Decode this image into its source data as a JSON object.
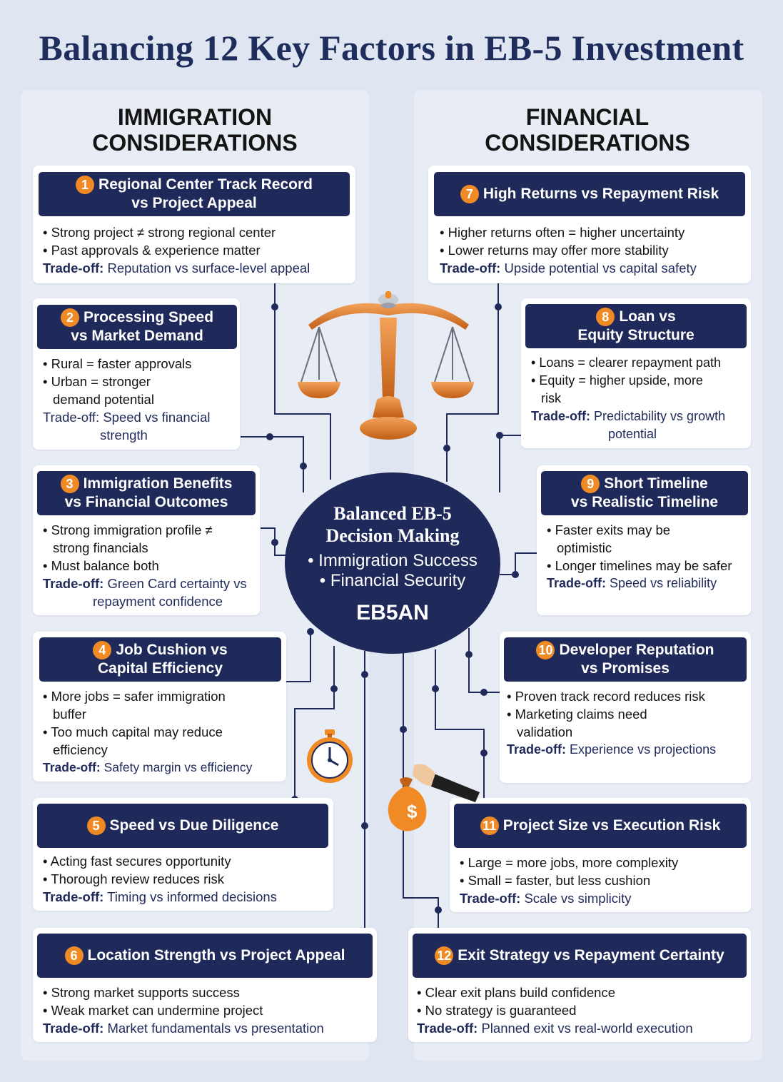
{
  "title": "Balancing 12 Key Factors in EB-5 Investment",
  "left_heading_1": "IMMIGRATION",
  "left_heading_2": "CONSIDERATIONS",
  "right_heading_1": "FINANCIAL",
  "right_heading_2": "CONSIDERATIONS",
  "center": {
    "title_1": "Balanced EB-5",
    "title_2": "Decision Making",
    "bullet_1": "• Immigration Success",
    "bullet_2": "• Financial Security",
    "logo": "EB5AN"
  },
  "colors": {
    "navy": "#1f2a5a",
    "orange": "#f08a24",
    "background": "#dfe6f1"
  },
  "icons": [
    "balance-scale-icon",
    "stopwatch-icon",
    "money-bag-icon"
  ],
  "factors": [
    {
      "num": "1",
      "title_1": "Regional Center Track Record",
      "title_2": "vs Project Appeal",
      "bullets": [
        "Strong project ≠ strong regional center",
        "Past approvals & experience matter"
      ],
      "tradeoff_label": "Trade-off:",
      "tradeoff": "Reputation vs surface-level appeal"
    },
    {
      "num": "2",
      "title_1": "Processing Speed",
      "title_2": "vs Market Demand",
      "bullets": [
        "Rural = faster approvals",
        "Urban = stronger demand potential"
      ],
      "tradeoff_label": "Trade-off:",
      "tradeoff": "Speed vs financial strength"
    },
    {
      "num": "3",
      "title_1": "Immigration Benefits",
      "title_2": "vs Financial Outcomes",
      "bullets": [
        "Strong immigration profile ≠ strong financials",
        "Must balance both"
      ],
      "tradeoff_label": "Trade-off:",
      "tradeoff": "Green Card certainty vs repayment confidence"
    },
    {
      "num": "4",
      "title_1": "Job Cushion vs",
      "title_2": "Capital Efficiency",
      "bullets": [
        "More jobs = safer immigration buffer",
        "Too much capital may reduce efficiency"
      ],
      "tradeoff_label": "Trade-off:",
      "tradeoff": "Safety margin vs efficiency"
    },
    {
      "num": "5",
      "title_1": "Speed vs Due Diligence",
      "title_2": "",
      "bullets": [
        "Acting fast secures opportunity",
        "Thorough review reduces risk"
      ],
      "tradeoff_label": "Trade-off:",
      "tradeoff": "Timing vs informed decisions"
    },
    {
      "num": "6",
      "title_1": "Location Strength vs Project Appeal",
      "title_2": "",
      "bullets": [
        "Strong market supports success",
        "Weak market can undermine project"
      ],
      "tradeoff_label": "Trade-off:",
      "tradeoff": "Market fundamentals vs presentation"
    },
    {
      "num": "7",
      "title_1": "High Returns vs Repayment Risk",
      "title_2": "",
      "bullets": [
        "Higher returns often = higher uncertainty",
        "Lower returns may offer more stability"
      ],
      "tradeoff_label": "Trade-off:",
      "tradeoff": "Upside potential vs capital safety"
    },
    {
      "num": "8",
      "title_1": "Loan vs",
      "title_2": "Equity Structure",
      "bullets": [
        "Loans = clearer repayment path",
        "Equity = higher upside, more risk"
      ],
      "tradeoff_label": "Trade-off:",
      "tradeoff": "Predictability vs growth potential"
    },
    {
      "num": "9",
      "title_1": "Short Timeline",
      "title_2": "vs Realistic Timeline",
      "bullets": [
        "Faster exits may be optimistic",
        "Longer timelines may be safer"
      ],
      "tradeoff_label": "Trade-off:",
      "tradeoff": "Speed vs reliability"
    },
    {
      "num": "10",
      "title_1": "Developer Reputation",
      "title_2": "vs Promises",
      "bullets": [
        "Proven track record reduces risk",
        "Marketing claims need validation"
      ],
      "tradeoff_label": "Trade-off:",
      "tradeoff": "Experience vs projections"
    },
    {
      "num": "11",
      "title_1": "Project Size vs Execution Risk",
      "title_2": "",
      "bullets": [
        "Large = more jobs, more complexity",
        "Small = faster, but less cushion"
      ],
      "tradeoff_label": "Trade-off:",
      "tradeoff": "Scale vs simplicity"
    },
    {
      "num": "12",
      "title_1": "Exit Strategy vs Repayment Certainty",
      "title_2": "",
      "bullets": [
        "Clear exit plans build confidence",
        "No strategy is guaranteed"
      ],
      "tradeoff_label": "Trade-off:",
      "tradeoff": "Planned exit vs real-world execution"
    }
  ]
}
